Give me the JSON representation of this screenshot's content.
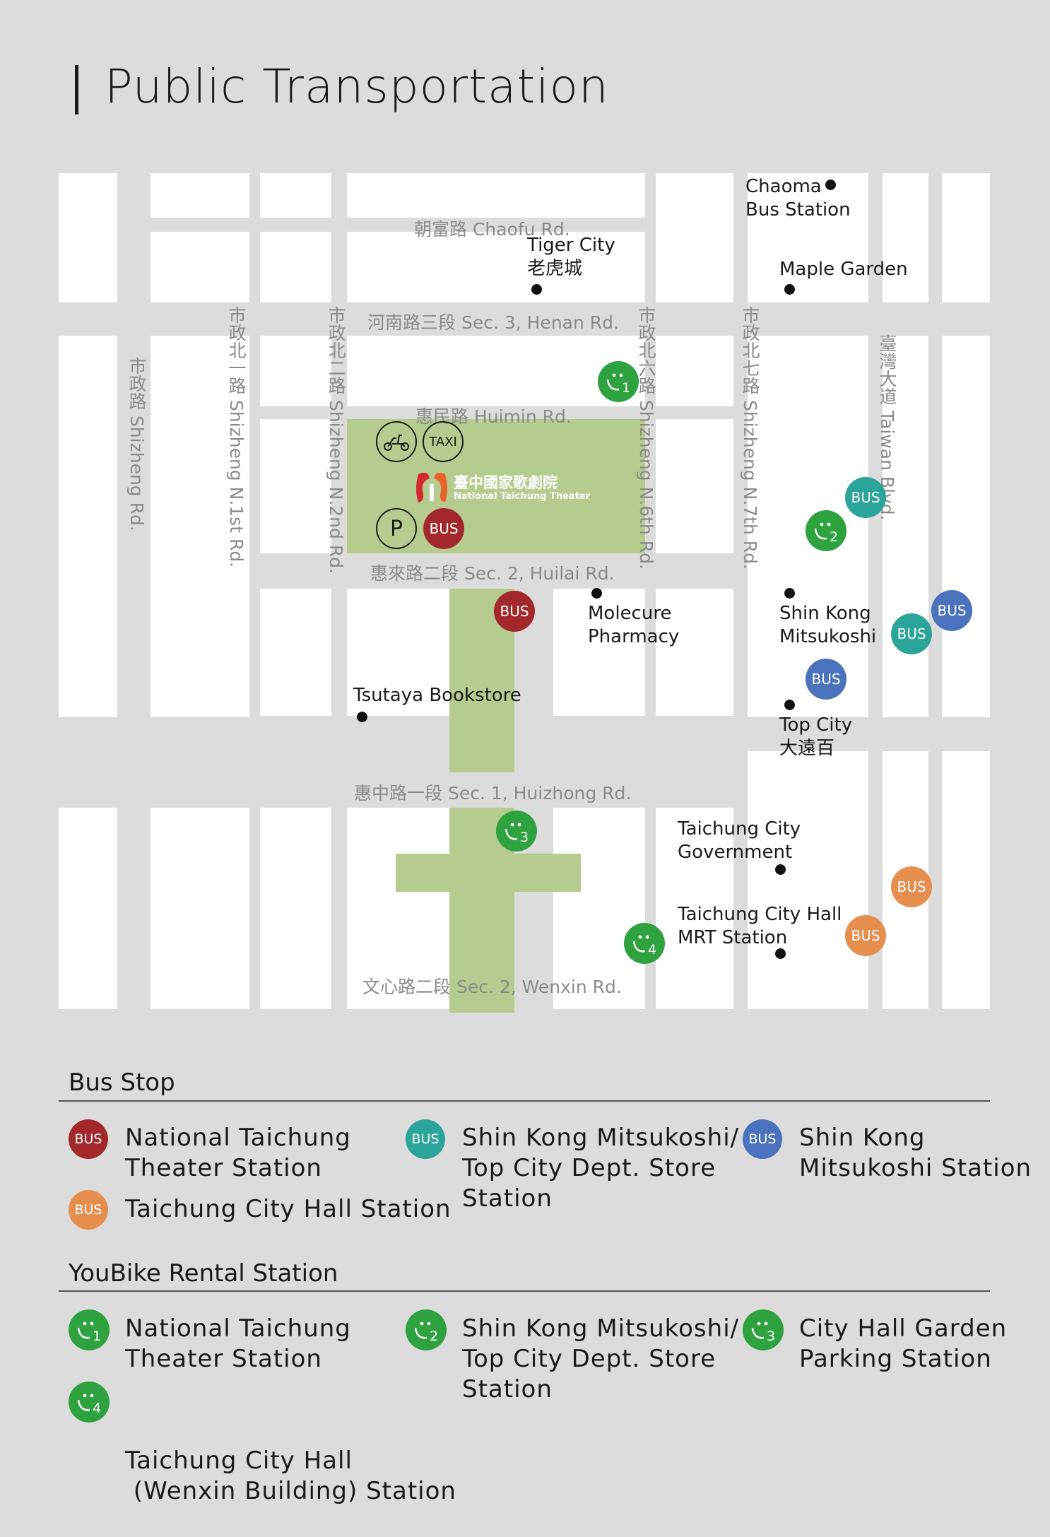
{
  "title": "Public Transportation",
  "roads": {
    "chaofu": "朝富路 Chaofu Rd.",
    "henan": "河南路三段 Sec. 3, Henan Rd.",
    "huimin": "惠民路 Huimin Rd.",
    "huilai": "惠來路二段 Sec. 2, Huilai Rd.",
    "huizhong": "惠中路一段 Sec. 1, Huizhong Rd.",
    "wenxin": "文心路二段 Sec. 2, Wenxin Rd.",
    "shizheng": "市政路 Shizheng Rd.",
    "n1": "市政北一路 Shizheng N.1st Rd.",
    "n2": "市政北二路 Shizheng N.2nd Rd.",
    "n6": "市政北六路 Shizheng N.6th Rd.",
    "n7": "市政北七路 Shizheng N.7th Rd.",
    "taiwan": "臺灣大道 Taiwan Blvd."
  },
  "places": {
    "chaoma_1": "Chaoma",
    "chaoma_2": "Bus Station",
    "tiger_1": "Tiger City",
    "tiger_2": "老虎城",
    "maple": "Maple Garden",
    "molecure_1": "Molecure",
    "molecure_2": "Pharmacy",
    "shinkong_1": "Shin Kong",
    "shinkong_2": "Mitsukoshi",
    "tsutaya": "Tsutaya Bookstore",
    "topcity_1": "Top City",
    "topcity_2": "大遠百",
    "gov_1": "Taichung City",
    "gov_2": "Government",
    "hall_1": "Taichung City Hall",
    "hall_2": "MRT Station"
  },
  "theater_logo": {
    "name_zh": "臺中國家歌劇院",
    "name_en": "National Taichung Theater"
  },
  "icons": {
    "bus": "BUS",
    "taxi": "TAXI",
    "parking": "P",
    "youbike_1": "1",
    "youbike_2": "2",
    "youbike_3": "3",
    "youbike_4": "4"
  },
  "legend": {
    "bus_title": "Bus Stop",
    "bus_red_1": "National Taichung",
    "bus_red_2": "Theater Station",
    "bus_orange": "Taichung City Hall Station",
    "bus_teal_1": "Shin Kong Mitsukoshi/",
    "bus_teal_2": "Top City Dept. Store",
    "bus_teal_3": "Station",
    "bus_blue_1": "Shin Kong",
    "bus_blue_2": "Mitsukoshi Station",
    "youbike_title": "YouBike Rental Station",
    "yb1_1": "National Taichung",
    "yb1_2": "Theater Station",
    "yb4_1": "Taichung City Hall",
    "yb4_2": " (Wenxin Building) Station",
    "yb2_1": "Shin Kong Mitsukoshi/",
    "yb2_2": "Top City Dept. Store",
    "yb2_3": "Station",
    "yb3_1": "City Hall Garden",
    "yb3_2": "Parking Station"
  },
  "colors": {
    "bus_red": "#a3282b",
    "bus_teal": "#2ba49a",
    "bus_blue": "#4a72bd",
    "bus_orange": "#e58e4d",
    "youbike_green": "#2ea23f",
    "park_green": "#b5cc8e"
  }
}
